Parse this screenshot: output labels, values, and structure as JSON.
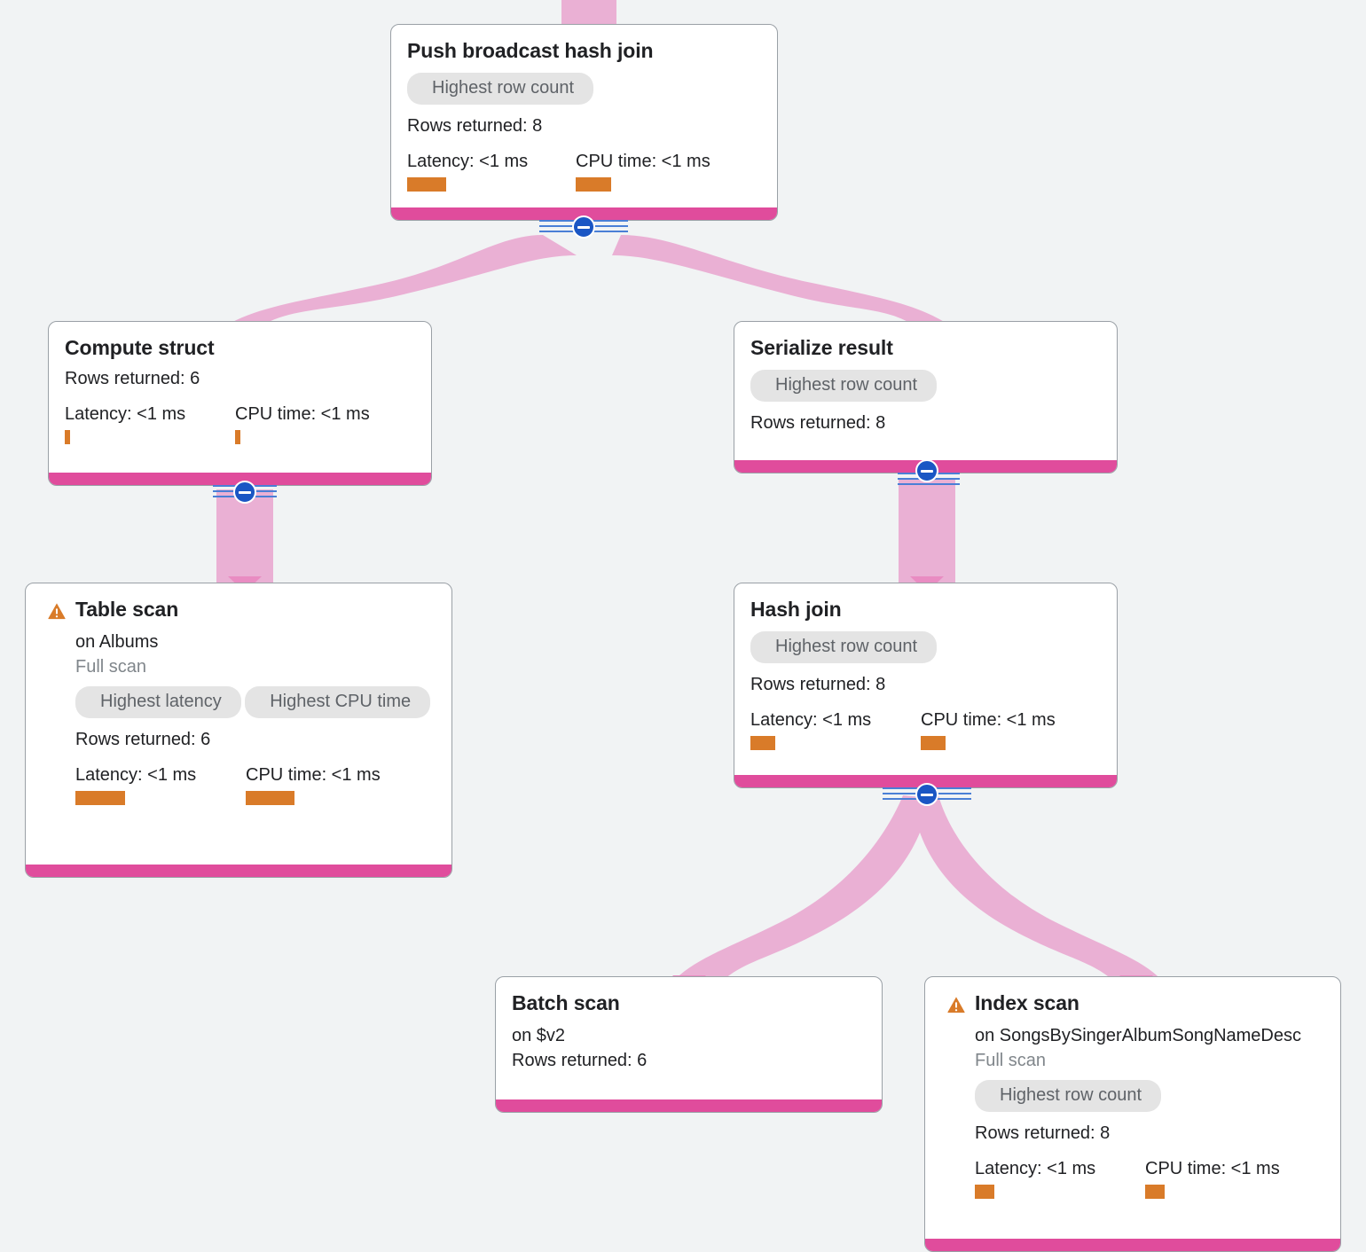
{
  "theme": {
    "background": "#f1f3f4",
    "node_background": "#ffffff",
    "node_border": "#9aa0a6",
    "footer_pink": "#e04c9c",
    "edge_pink": "#eab0d4",
    "bar_orange": "#d97b29",
    "chip_background": "#e4e4e4",
    "chip_text": "#5f6368",
    "warning_orange": "#d97b29",
    "collapse_blue": "#1a56c4"
  },
  "labels": {
    "rows_returned": "Rows returned:",
    "latency": "Latency:",
    "cpu_time": "CPU time:",
    "full_scan": "Full scan",
    "collapse_icon": "collapse-minus-icon",
    "warning_icon": "warning-triangle-icon"
  },
  "nodes": [
    {
      "id": "push-broadcast-hash-join",
      "title": "Push broadcast hash join",
      "warning": false,
      "chips": [
        "Highest row count"
      ],
      "rows_returned": "Rows returned: 8",
      "latency": "Latency: <1 ms",
      "cpu_time": "CPU time: <1 ms",
      "latency_bar_width": 44,
      "cpu_bar_width": 40,
      "has_collapse": true
    },
    {
      "id": "compute-struct",
      "title": "Compute struct",
      "warning": false,
      "chips": [],
      "rows_returned": "Rows returned: 6",
      "latency": "Latency: <1 ms",
      "cpu_time": "CPU time: <1 ms",
      "latency_bar_width": 6,
      "cpu_bar_width": 6,
      "has_collapse": true
    },
    {
      "id": "serialize-result",
      "title": "Serialize result",
      "warning": false,
      "chips": [
        "Highest row count"
      ],
      "rows_returned": "Rows returned: 8",
      "has_collapse": true
    },
    {
      "id": "table-scan",
      "title": "Table scan",
      "warning": true,
      "subtitle": "on Albums",
      "scan_type": "Full scan",
      "chips": [
        "Highest latency",
        "Highest CPU time"
      ],
      "rows_returned": "Rows returned: 6",
      "latency": "Latency: <1 ms",
      "cpu_time": "CPU time: <1 ms",
      "latency_bar_width": 56,
      "cpu_bar_width": 55,
      "has_collapse": false
    },
    {
      "id": "hash-join",
      "title": "Hash join",
      "warning": false,
      "chips": [
        "Highest row count"
      ],
      "rows_returned": "Rows returned: 8",
      "latency": "Latency: <1 ms",
      "cpu_time": "CPU time: <1 ms",
      "latency_bar_width": 28,
      "cpu_bar_width": 28,
      "has_collapse": true
    },
    {
      "id": "batch-scan",
      "title": "Batch scan",
      "warning": false,
      "subtitle": "on $v2",
      "chips": [],
      "rows_returned": "Rows returned: 6",
      "has_collapse": false
    },
    {
      "id": "index-scan",
      "title": "Index scan",
      "warning": true,
      "subtitle": "on SongsBySingerAlbumSongNameDesc",
      "scan_type": "Full scan",
      "chips": [
        "Highest row count"
      ],
      "rows_returned": "Rows returned: 8",
      "latency": "Latency: <1 ms",
      "cpu_time": "CPU time: <1 ms",
      "latency_bar_width": 22,
      "cpu_bar_width": 22,
      "has_collapse": true
    }
  ]
}
